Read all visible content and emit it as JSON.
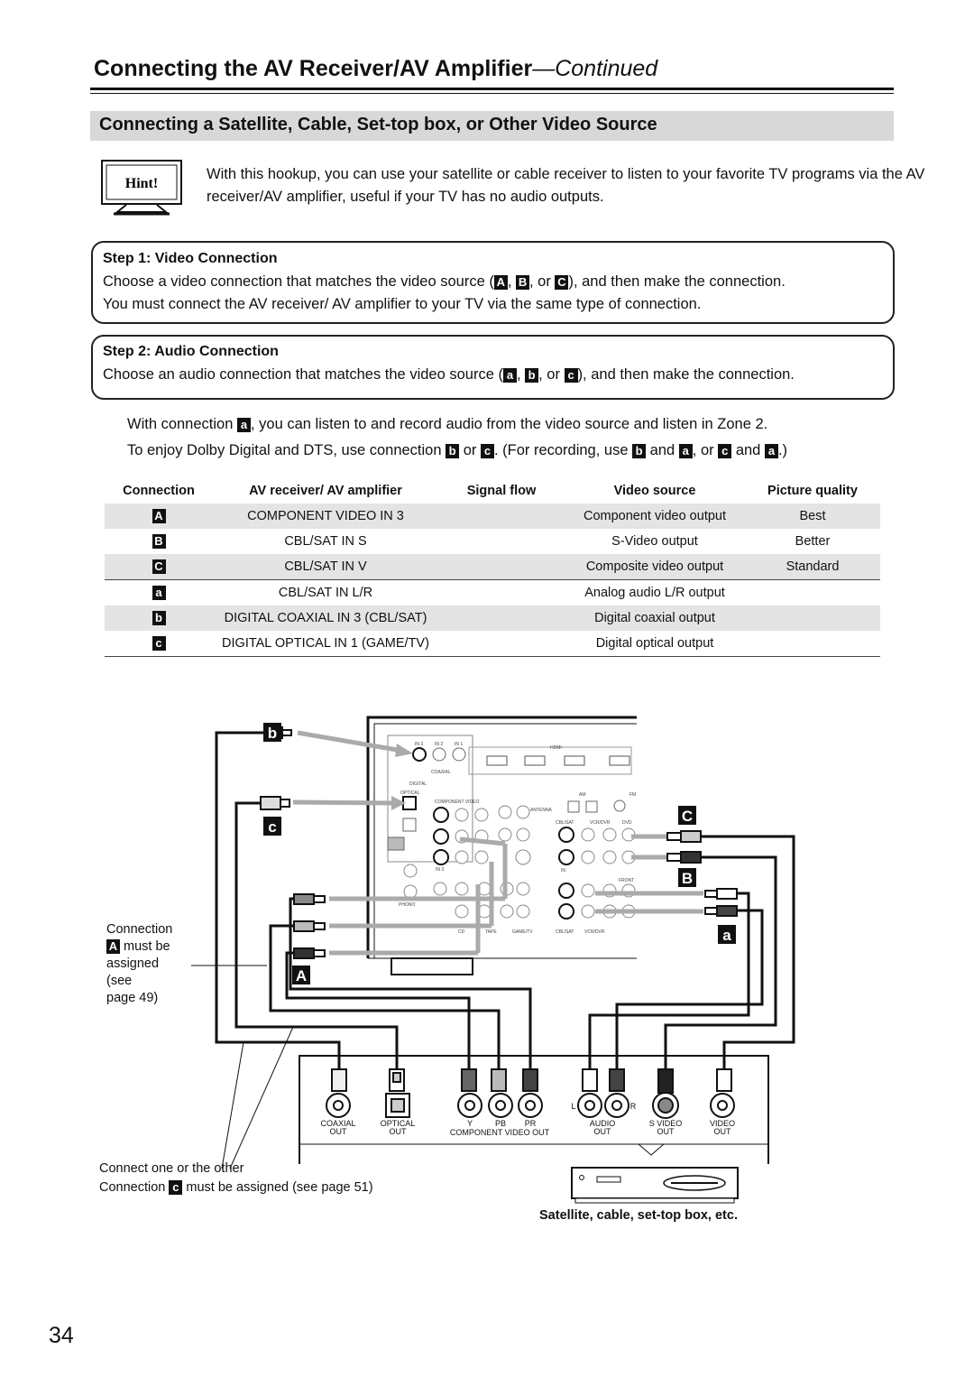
{
  "header": {
    "title_main": "Connecting the AV Receiver/AV Amplifier",
    "title_suffix": "—Continued"
  },
  "section_title": "Connecting a Satellite, Cable, Set-top box, or Other Video Source",
  "hint": {
    "label": "Hint!",
    "text": "With this hookup, you can use your satellite or cable receiver to listen to your favorite TV programs via the AV receiver/AV amplifier, useful if your TV has no audio outputs."
  },
  "step1": {
    "heading": "Step 1: Video Connection",
    "line1_a": "Choose a video connection that matches the video source (",
    "line1_b": ", or ",
    "line1_c": "), and then make the connection.",
    "line2": "You must connect the AV receiver/ AV amplifier to your TV via the same type of connection."
  },
  "step2": {
    "heading": "Step 2: Audio Connection",
    "line1_a": "Choose an audio connection that matches the video source (",
    "line1_b": ", or ",
    "line1_c": "), and then make the connection."
  },
  "notes": {
    "n1_a": "With connection ",
    "n1_b": ", you can listen to and record audio from the video source and listen in Zone 2.",
    "n2_a": "To enjoy Dolby Digital and DTS, use connection ",
    "n2_b": " or ",
    "n2_c": ". (For recording, use ",
    "n2_d": " and ",
    "n2_e": ", or ",
    "n2_f": " and ",
    "n2_g": ".)"
  },
  "table": {
    "headers": [
      "Connection",
      "AV receiver/ AV amplifier",
      "Signal flow",
      "Video source",
      "Picture quality"
    ],
    "rows": [
      {
        "id": "A",
        "receiver": "COMPONENT VIDEO IN 3",
        "source": "Component video output",
        "quality": "Best"
      },
      {
        "id": "B",
        "receiver": "CBL/SAT IN S",
        "source": "S-Video output",
        "quality": "Better"
      },
      {
        "id": "C",
        "receiver": "CBL/SAT IN V",
        "source": "Composite video output",
        "quality": "Standard"
      },
      {
        "id": "a",
        "receiver": "CBL/SAT IN L/R",
        "source": "Analog audio L/R output",
        "quality": ""
      },
      {
        "id": "b",
        "receiver": "DIGITAL COAXIAL IN 3 (CBL/SAT)",
        "source": "Digital coaxial output",
        "quality": ""
      },
      {
        "id": "c",
        "receiver": "DIGITAL OPTICAL IN 1 (GAME/TV)",
        "source": "Digital optical output",
        "quality": ""
      }
    ]
  },
  "diagram": {
    "callout_letters": [
      "b",
      "c",
      "C",
      "B",
      "a",
      "A"
    ],
    "note_assigned": [
      "Connection",
      "must be",
      "assigned",
      "(see",
      "page 49)"
    ],
    "note_connect_one": "Connect one or the other",
    "note_c_a": "Connection ",
    "note_c_b": " must be assigned (see page 51)",
    "device_caption": "Satellite, cable, set-top box, etc.",
    "source_ports": {
      "coaxial": "COAXIAL",
      "optical": "OPTICAL",
      "out": "OUT",
      "y": "Y",
      "pb": "PB",
      "pr": "PR",
      "component": "COMPONENT VIDEO OUT",
      "l": "L",
      "r": "R",
      "audio": "AUDIO",
      "svideo": "S VIDEO",
      "video": "VIDEO"
    },
    "panel_labels": {
      "digital": "DIGITAL",
      "optical": "OPTICAL",
      "coaxial": "COAXIAL",
      "component_video": "COMPONENT VIDEO",
      "antenna": "ANTENNA",
      "cblsat": "CBL/SAT",
      "vcrdvr": "VCR/DVR",
      "dvd": "DVD",
      "phono": "PHONO",
      "cd": "CD",
      "tape": "TAPE",
      "gametv": "GAME/TV",
      "hdmi": "HDMI",
      "in1": "IN 1",
      "in2": "IN 2",
      "in3": "IN 3",
      "am": "AM",
      "fm": "FM",
      "front": "FRONT",
      "in": "IN"
    }
  },
  "page_number": "34"
}
